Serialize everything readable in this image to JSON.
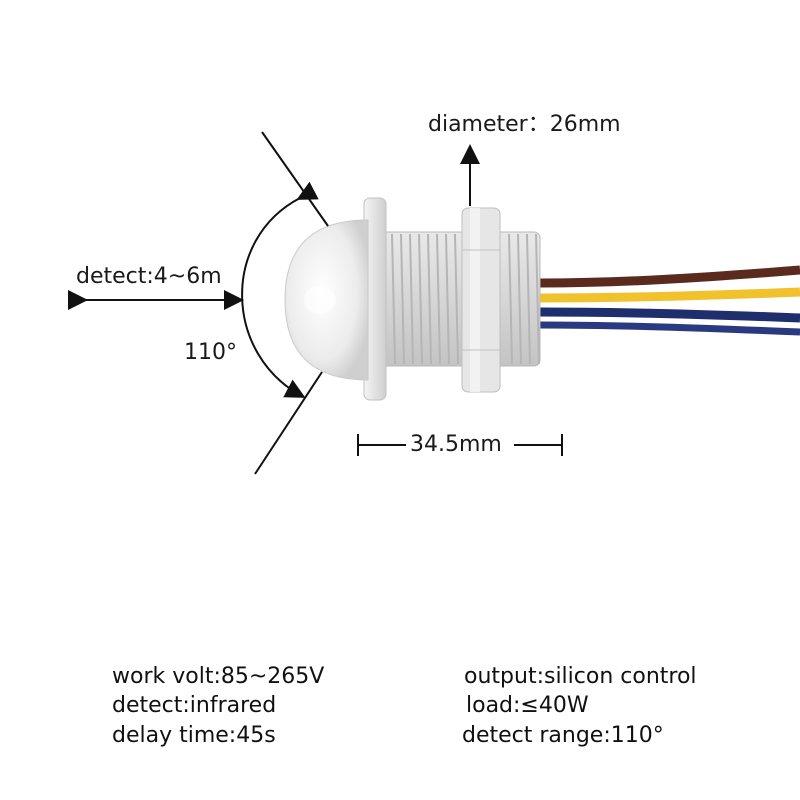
{
  "annotations": {
    "diameter": "diameter：26mm",
    "detect_distance": "detect:4~6m",
    "angle": "110°",
    "length": "34.5mm"
  },
  "specs": {
    "left": [
      "work volt:85~265V",
      "detect:infrared",
      "delay time:45s"
    ],
    "right": [
      "output:silicon control",
      "load:≤40W",
      "detect range:110°"
    ]
  },
  "wire_colors": [
    "#5a2a1e",
    "#f2c12e",
    "#1f2f6e",
    "#2a3a80"
  ]
}
